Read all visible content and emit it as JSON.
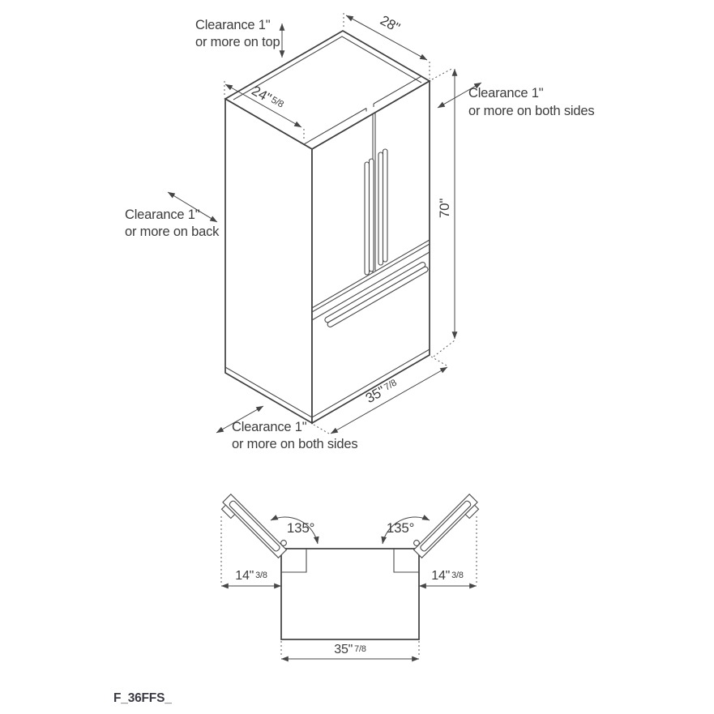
{
  "iso_view": {
    "clearance_top": {
      "line1": "Clearance 1\"",
      "line2": "or more on top"
    },
    "dim_depth_total": {
      "value": "28\""
    },
    "dim_depth_cabinet": {
      "value": "24\"",
      "fraction": "5/8"
    },
    "clearance_sides_upper": {
      "line1": "Clearance 1\"",
      "line2": "or more on both sides"
    },
    "dim_height": {
      "value": "70\""
    },
    "clearance_back": {
      "line1": "Clearance 1\"",
      "line2": "or more on back"
    },
    "clearance_sides_lower": {
      "line1": "Clearance 1\"",
      "line2": "or more on both sides"
    },
    "dim_width": {
      "value": "35\"",
      "fraction": "7/8"
    }
  },
  "top_view": {
    "door_angle_left": "135°",
    "door_angle_right": "135°",
    "dim_door_left": {
      "value": "14\"",
      "fraction": "3/8"
    },
    "dim_door_right": {
      "value": "14\"",
      "fraction": "3/8"
    },
    "dim_width": {
      "value": "35\"",
      "fraction": "7/8"
    }
  },
  "footer": {
    "model_code": "F_36FFS_"
  },
  "colors": {
    "line": "#454545",
    "text": "#3c3c3c",
    "background": "#ffffff"
  }
}
